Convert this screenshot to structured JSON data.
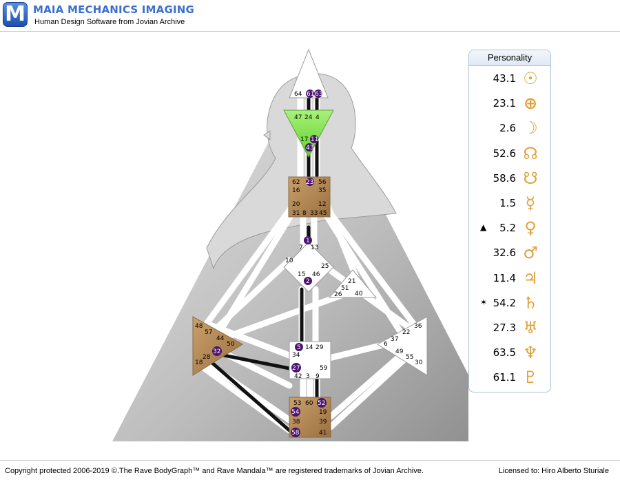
{
  "header": {
    "logo_letter": "M",
    "title": "MAIA MECHANICS IMAGING",
    "subtitle": "Human Design Software from Jovian Archive"
  },
  "panel": {
    "title": "Personality",
    "rows": [
      {
        "mark": "",
        "value": "43.1",
        "planet": "sun-icon",
        "glyph": "☉"
      },
      {
        "mark": "",
        "value": "23.1",
        "planet": "earth-icon",
        "glyph": "⊕"
      },
      {
        "mark": "",
        "value": "2.6",
        "planet": "moon-icon",
        "glyph": "☽"
      },
      {
        "mark": "",
        "value": "52.6",
        "planet": "north-node-icon",
        "glyph": "☊"
      },
      {
        "mark": "",
        "value": "58.6",
        "planet": "south-node-icon",
        "glyph": "☋"
      },
      {
        "mark": "",
        "value": "1.5",
        "planet": "mercury-icon",
        "glyph": "☿"
      },
      {
        "mark": "▲",
        "value": "5.2",
        "planet": "venus-icon",
        "glyph": "♀"
      },
      {
        "mark": "",
        "value": "32.6",
        "planet": "mars-icon",
        "glyph": "♂"
      },
      {
        "mark": "",
        "value": "11.4",
        "planet": "jupiter-icon",
        "glyph": "♃"
      },
      {
        "mark": "✶",
        "value": "54.2",
        "planet": "saturn-icon",
        "glyph": "♄"
      },
      {
        "mark": "",
        "value": "27.3",
        "planet": "uranus-icon",
        "glyph": "♅"
      },
      {
        "mark": "",
        "value": "63.5",
        "planet": "neptune-icon",
        "glyph": "♆"
      },
      {
        "mark": "",
        "value": "61.1",
        "planet": "pluto-icon",
        "glyph": "♇"
      }
    ]
  },
  "bodygraph": {
    "head_gates": [
      "64",
      "61",
      "63"
    ],
    "ajna_gates": [
      "47",
      "24",
      "4",
      "17",
      "11",
      "43"
    ],
    "throat_gates": [
      "62",
      "23",
      "56",
      "16",
      "35",
      "20",
      "12",
      "31",
      "8",
      "33",
      "45"
    ],
    "g_gates": [
      "1",
      "7",
      "13",
      "10",
      "25",
      "15",
      "46",
      "2"
    ],
    "ego_gates": [
      "21",
      "51",
      "26",
      "40"
    ],
    "spleen_gates": [
      "48",
      "57",
      "44",
      "50",
      "28",
      "32",
      "18"
    ],
    "sacral_gates": [
      "5",
      "14",
      "29",
      "34",
      "27",
      "59",
      "42",
      "3",
      "9"
    ],
    "solar_gates": [
      "36",
      "22",
      "37",
      "6",
      "49",
      "55",
      "30"
    ],
    "root_gates": [
      "53",
      "60",
      "52",
      "54",
      "19",
      "38",
      "39",
      "58",
      "41"
    ]
  },
  "footer": {
    "copyright": "Copyright protected 2006-2019 ©.The Rave BodyGraph™ and Rave Mandala™ are registered trademarks of Jovian Archive.",
    "license": "Licensed to: Hiro Alberto Sturiale"
  },
  "colors": {
    "title_blue": "#3b6fcf",
    "ajna_green": "#7ee04a",
    "center_tan": "#b78b5a",
    "gate_purple": "#4a1470",
    "planet_gold": "#e0a23a"
  }
}
